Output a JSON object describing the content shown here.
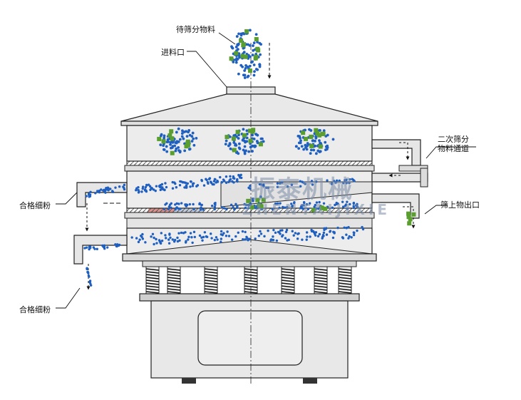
{
  "labels": {
    "feed_material": "待筛分物料",
    "feed_inlet": "进料口",
    "secondary_channel_line1": "二次筛分",
    "secondary_channel_line2": "物料通道",
    "fine_powder_upper": "合格细粉",
    "oversize_outlet": "筛上物出口",
    "fine_powder_lower": "合格细粉"
  },
  "watermark": {
    "brand": "振泰机械",
    "pinyin": "ZHENTAIJIXIE"
  },
  "colors": {
    "fine_particle": "#1f5fbf",
    "coarse_particle": "#5a9e2f",
    "machine_fill": "#e6e6e6",
    "machine_stroke": "#222222",
    "mesh": "#555555",
    "logo_red": "#c0392b"
  }
}
